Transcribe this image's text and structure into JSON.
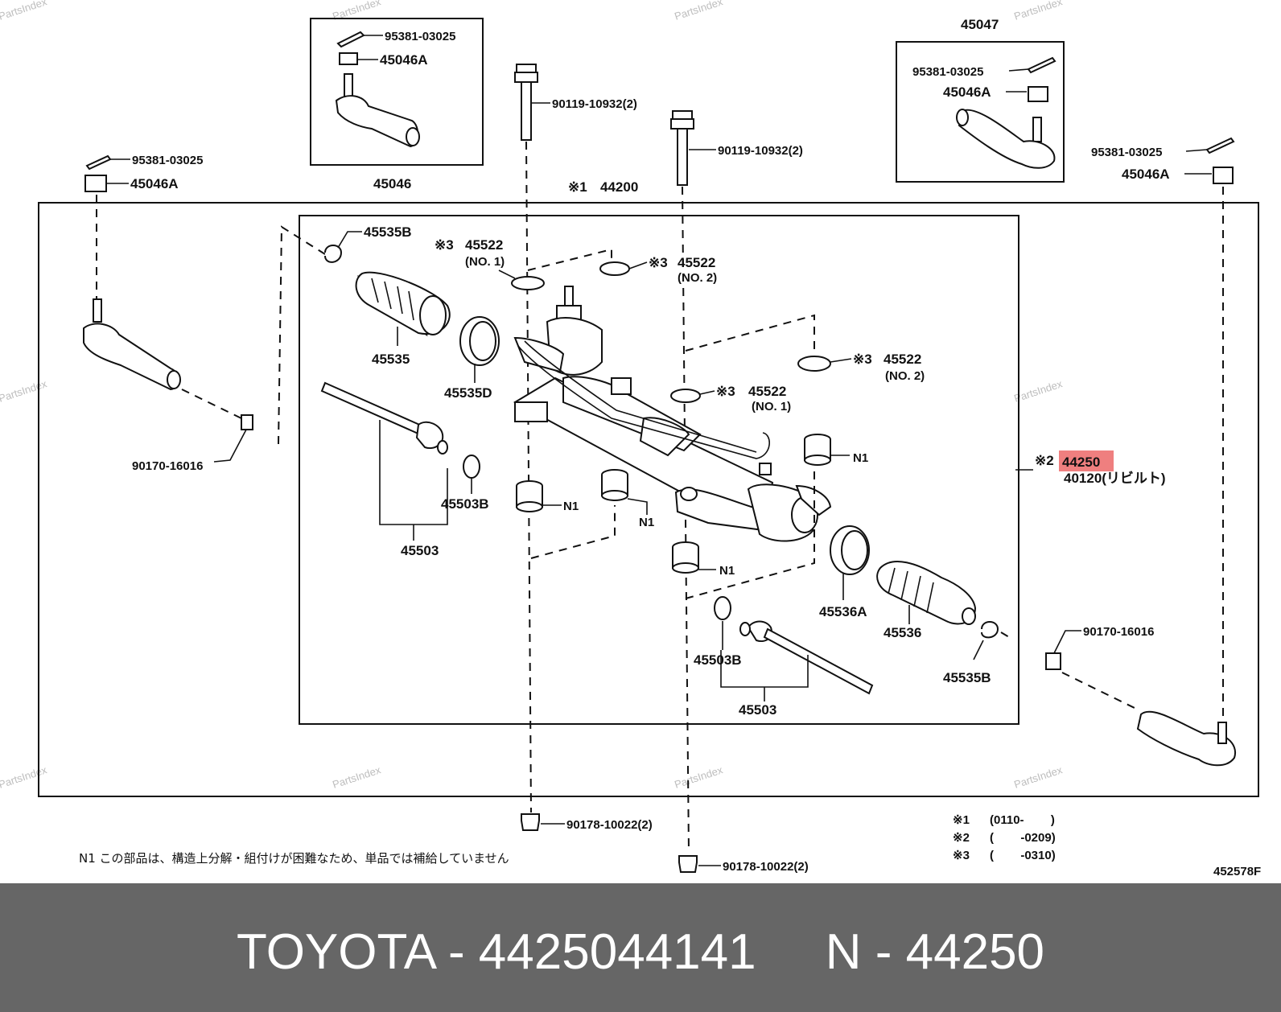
{
  "watermark": "PartsIndex",
  "highlight_color": "#ef7f7f",
  "labels": {
    "p95381_top": "95381-03025",
    "p45046A_top": "45046A",
    "p45046": "45046",
    "p45047": "45047",
    "p95381_r": "95381-03025",
    "p45046A_r": "45046A",
    "p95381_r2": "95381-03025",
    "p45046A_r2": "45046A",
    "p95381_l": "95381-03025",
    "p45046A_l": "45046A",
    "bolt1": "90119-10932(2)",
    "bolt2": "90119-10932(2)",
    "asm_mark": "※1",
    "asm_num": "44200",
    "p45535B_top": "45535B",
    "p45522_a_mark": "※3",
    "p45522_a": "45522",
    "p45522_a_sub": "(NO. 1)",
    "p45522_b_mark": "※3",
    "p45522_b": "45522",
    "p45522_b_sub": "(NO. 2)",
    "p45522_c_mark": "※3",
    "p45522_c": "45522",
    "p45522_c_sub": "(NO. 2)",
    "p45522_d_mark": "※3",
    "p45522_d": "45522",
    "p45522_d_sub": "(NO. 1)",
    "p45535": "45535",
    "p45535D": "45535D",
    "p90170_l": "90170-16016",
    "p45503B_l": "45503B",
    "p45503_l": "45503",
    "n1_a": "N1",
    "n1_b": "N1",
    "n1_c": "N1",
    "n1_d": "N1",
    "p44250_mark": "※2",
    "p44250": "44250",
    "p40120": "40120(リビルト)",
    "p45536A": "45536A",
    "p45536": "45536",
    "p90170_r": "90170-16016",
    "p45503B_r": "45503B",
    "p45535B_r": "45535B",
    "p45503_r": "45503",
    "nut1": "90178-10022(2)",
    "nut2": "90178-10022(2)",
    "legend1_mark": "※1",
    "legend1": "(0110-        )",
    "legend2_mark": "※2",
    "legend2": "(        -0209)",
    "legend3_mark": "※3",
    "legend3": "(        -0310)",
    "note": "N1  この部品は、構造上分解・組付けが困難なため、単品では補給していません",
    "diagram_id": "452578F"
  },
  "footer": {
    "brand": "TOYOTA",
    "part_number": "4425044141",
    "n_label": "N",
    "n_number": "44250",
    "text": "TOYOTA - 4425044141     N - 44250"
  }
}
